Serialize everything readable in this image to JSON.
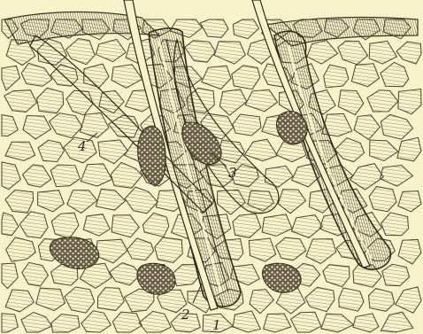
{
  "figure": {
    "background": "#f6f2c9",
    "ink": "#3b3426",
    "labels": {
      "one": "1",
      "two": "2",
      "three": "3",
      "four": "4"
    }
  }
}
